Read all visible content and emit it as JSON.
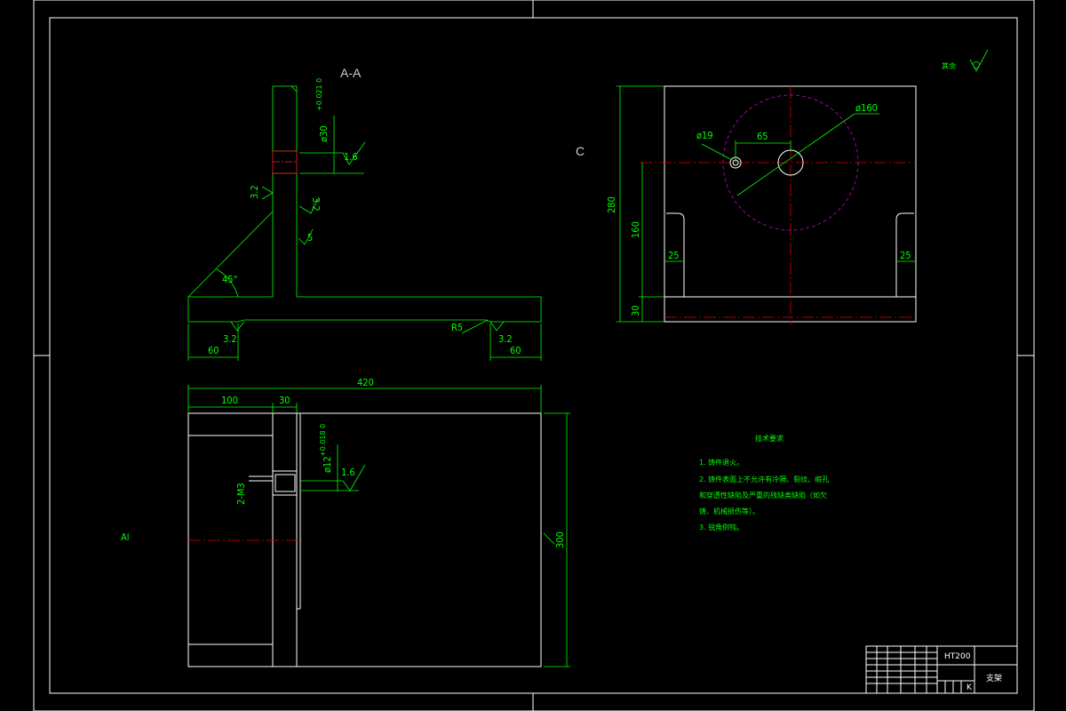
{
  "section_label": "A-A",
  "view_label_c": "C",
  "side_mark": "Al",
  "roughness_corner_note": "其余",
  "material": "HT200",
  "title_cell": "支架",
  "scale_mark": "K",
  "dimensions": {
    "bore_30": "ø30",
    "bore_30_tol": "+0.021\n0",
    "rough_16_a": "1.6",
    "rough_32_left": "3.2",
    "rough_32_right": "3.2",
    "rib_5": "5",
    "angle_45": "45°",
    "base_left_60": "60",
    "base_left_32": "3.2",
    "r5": "R5",
    "base_right_32": "3.2",
    "base_right_60": "60",
    "total_420": "420",
    "d100": "100",
    "d30": "30",
    "bore_12": "ø12",
    "bore_12_tol": "+0.018\n0",
    "rough_16_b": "1.6",
    "m3": "2-M3",
    "h300": "300",
    "h280": "280",
    "h160": "160",
    "h30": "30",
    "d19": "ø19",
    "d65": "65",
    "d160": "ø160",
    "w25_left": "25",
    "w25_right": "25"
  },
  "notes": {
    "heading": "技术要求",
    "lines": [
      "1. 铸件退火。",
      "2. 铸件表面上不允许有冷隔、裂纹、缩孔",
      "和穿透性缺陷及严重的残缺类缺陷（如欠",
      "铸、机械损伤等）。",
      "3. 锐角倒钝。"
    ]
  }
}
